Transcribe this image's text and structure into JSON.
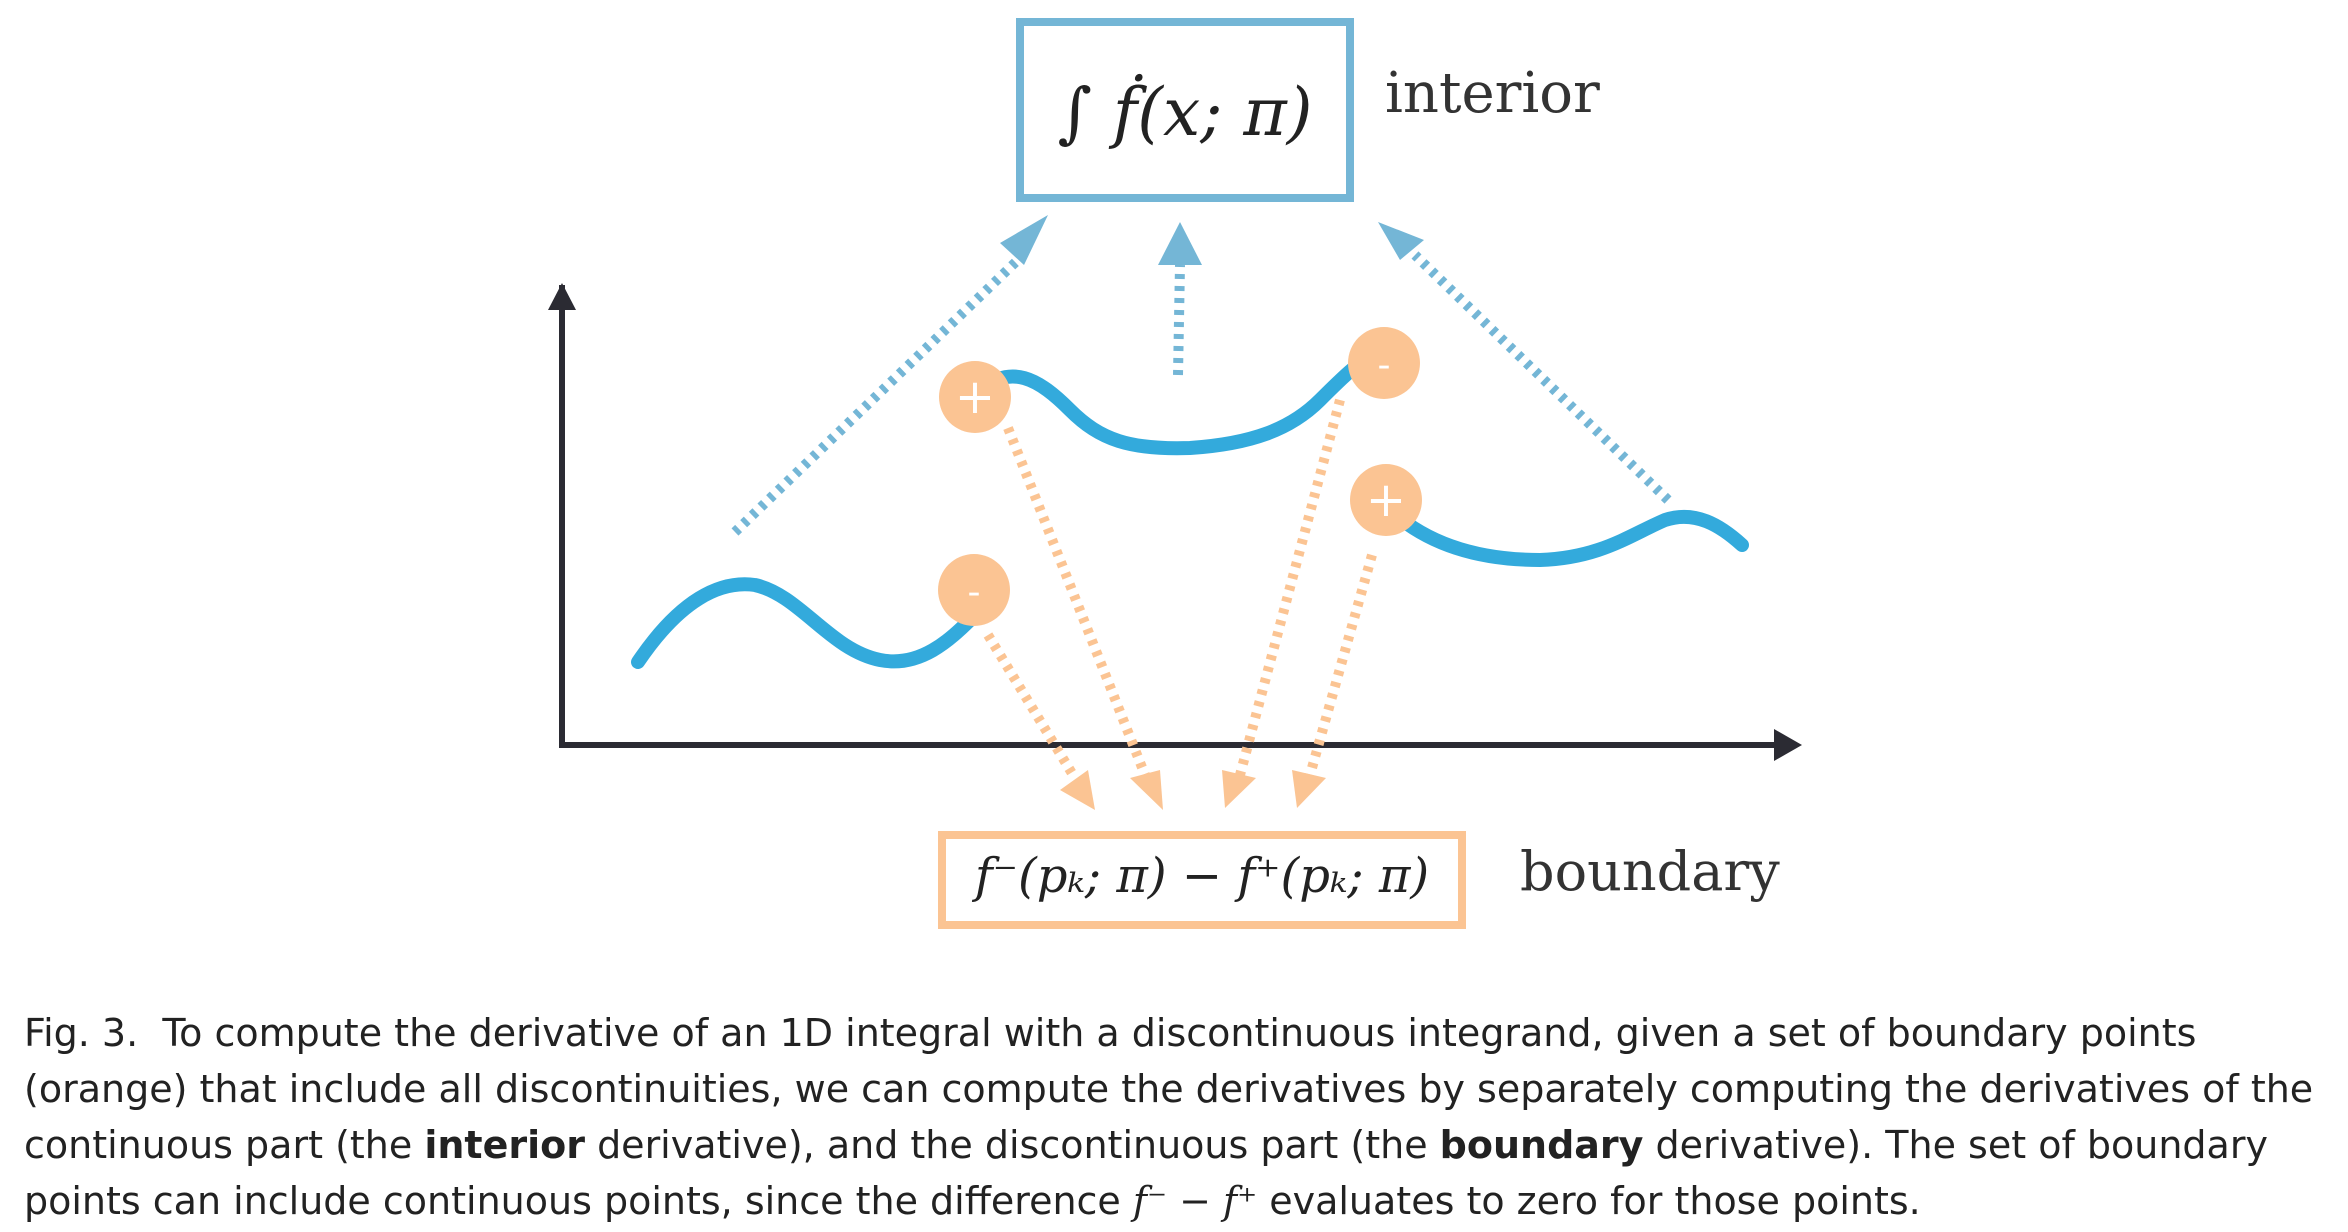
{
  "diagram": {
    "interior_formula": "∫ ḟ(x; π)",
    "interior_label": "interior",
    "boundary_formula": "f⁻(pₖ; π) − f⁺(pₖ; π)",
    "boundary_label": "boundary",
    "plus_sign": "+",
    "minus_sign": "-",
    "colors": {
      "curve": "#33aadc",
      "interior": "#74b6d6",
      "boundary": "#fbc493",
      "axis": "#2b2b33"
    }
  },
  "caption": {
    "fig_num": "Fig. 3.",
    "text_1": "To compute the derivative of an 1D integral with a discontinuous integrand, given a set of boundary points (orange) that include all discontinuities, we can compute the derivatives by separately computing the derivatives of the continuous part (the ",
    "bold_interior": "interior",
    "text_2": " derivative), and the discontinuous part (the ",
    "bold_boundary": "boundary",
    "text_3": " derivative). The set of boundary points can include continuous points, since the difference ",
    "math_diff": "f⁻ − f⁺",
    "text_4": " evaluates to zero for those points."
  }
}
